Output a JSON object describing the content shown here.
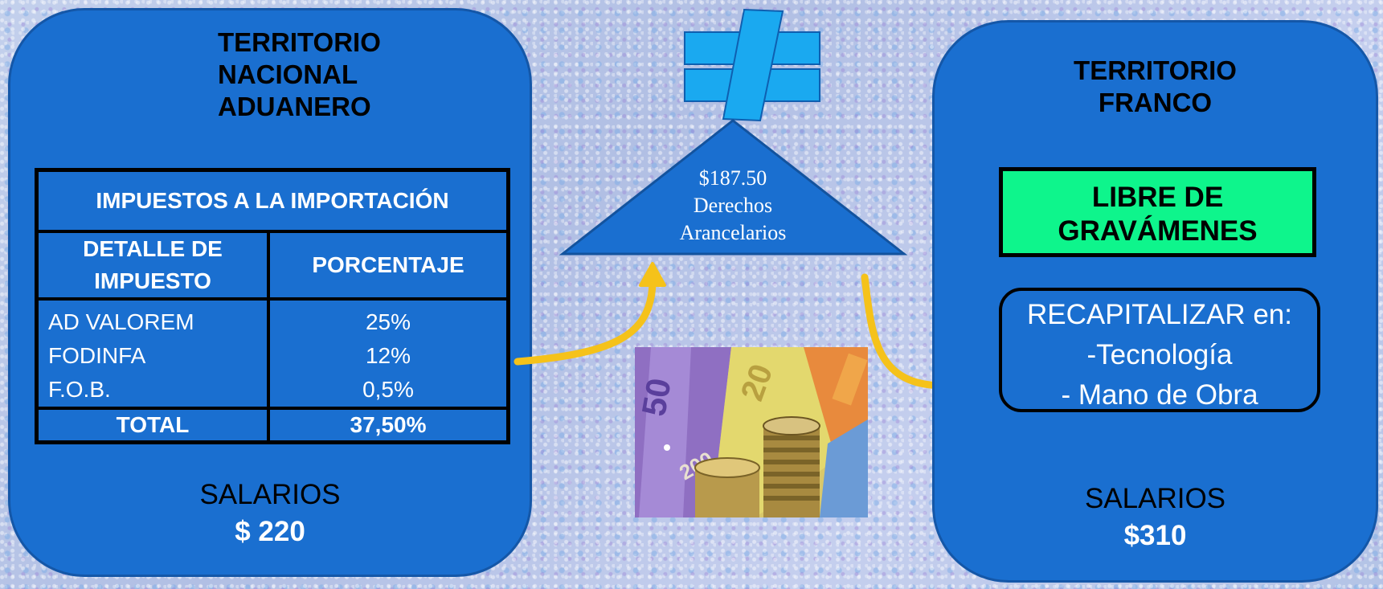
{
  "left_panel": {
    "title_lines": [
      "TERRITORIO",
      "NACIONAL",
      "ADUANERO"
    ],
    "table": {
      "header": "IMPUESTOS A LA IMPORTACIÓN",
      "col1_lines": [
        "DETALLE DE",
        "IMPUESTO"
      ],
      "col2": "PORCENTAJE",
      "rows": [
        {
          "label": "AD VALOREM",
          "value": "25%"
        },
        {
          "label": "FODINFA",
          "value": "12%"
        },
        {
          "label": "F.O.B.",
          "value": "0,5%"
        }
      ],
      "total_label": "TOTAL",
      "total_value": "37,50%"
    },
    "salary_label": "SALARIOS",
    "salary_value": "$ 220"
  },
  "center": {
    "amount": "$187.50",
    "label_lines": [
      "Derechos",
      "Arancelarios"
    ],
    "symbol": "not-equal-icon"
  },
  "right_panel": {
    "title_lines": [
      "TERRITORIO",
      "FRANCO"
    ],
    "libre_lines": [
      "LIBRE DE",
      "GRAVÁMENES"
    ],
    "recap_lines": [
      "RECAPITALIZAR en:",
      "-Tecnología",
      "- Mano de Obra"
    ],
    "salary_label": "SALARIOS",
    "salary_value": "$310"
  },
  "colors": {
    "panel": "#1a6fd0",
    "arrow": "#f5c21a",
    "green_box": "#0ef58c",
    "symbol": "#1aa9f0"
  }
}
